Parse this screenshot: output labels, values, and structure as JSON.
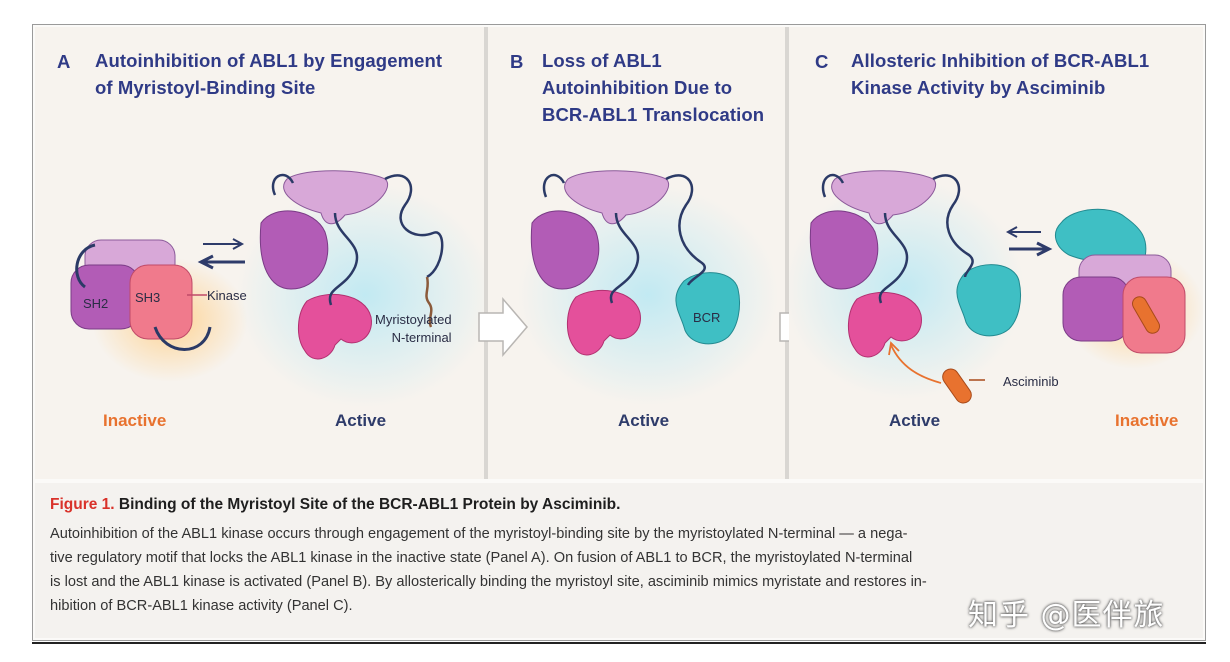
{
  "panels": {
    "a": {
      "letter": "A",
      "title_lines": [
        "Autoinhibition of ABL1 by Engagement",
        "of Myristoyl-Binding Site"
      ],
      "labels": {
        "sh3": "SH3",
        "sh2": "SH2",
        "kinase": "Kinase",
        "myristoylated_line1": "Myristoylated",
        "myristoylated_line2": "N-terminal"
      },
      "state_left": "Inactive",
      "state_right": "Active"
    },
    "b": {
      "letter": "B",
      "title_lines": [
        "Loss of ABL1",
        "Autoinhibition Due to",
        "BCR-ABL1 Translocation"
      ],
      "labels": {
        "bcr": "BCR"
      },
      "state": "Active"
    },
    "c": {
      "letter": "C",
      "title_lines": [
        "Allosteric Inhibition of BCR-ABL1",
        "Kinase Activity by Asciminib"
      ],
      "labels": {
        "asciminib": "Asciminib"
      },
      "state_left": "Active",
      "state_right": "Inactive"
    }
  },
  "caption": {
    "figure_label": "Figure 1.",
    "title": "Binding of the Myristoyl Site of the BCR-ABL1 Protein by Asciminib.",
    "body_lines": [
      "Autoinhibition of the ABL1 kinase occurs through engagement of the myristoyl-binding site by the myristoylated N-terminal — a nega-",
      "tive regulatory motif that locks the ABL1 kinase in the inactive state (Panel A). On fusion of ABL1 to BCR, the myristoylated N-terminal",
      "is lost and the ABL1 kinase is activated (Panel B). By allosterically binding the myristoyl site, asciminib mimics myristate and restores in-",
      "hibition of BCR-ABL1 kinase activity (Panel C)."
    ]
  },
  "watermark": "知乎 @医伴旅",
  "colors": {
    "title_blue": "#2f3a86",
    "inactive_orange": "#e8722f",
    "active_navy": "#2e3b6a",
    "figure_red": "#d9322a",
    "pink": "#e4509b",
    "purple": "#b25cb6",
    "lavender": "#d8a8d8",
    "teal": "#3fbfc4",
    "halo_blue": "#cfeef5"
  }
}
